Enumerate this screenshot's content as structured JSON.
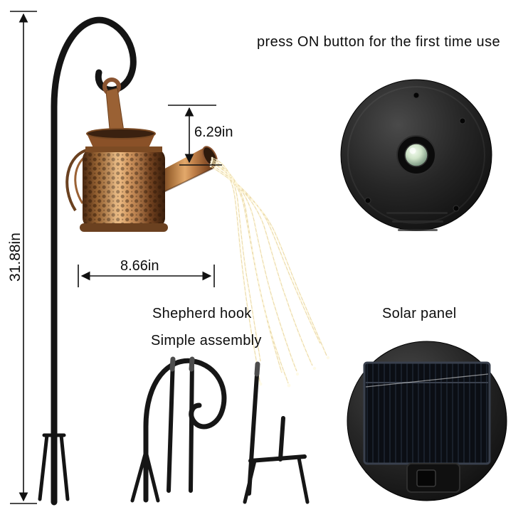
{
  "annotations": {
    "top_note": "press ON button for the first time use",
    "solar_panel": "Solar panel",
    "shepherd_hook_line1": "Shepherd hook",
    "shepherd_hook_line2": "Simple assembly"
  },
  "dimensions": {
    "pole_height": "31.88in",
    "can_width": "8.66in",
    "can_height": "6.29in"
  },
  "colors": {
    "copper": "#b9763e",
    "metal_black": "#161616",
    "light_string": "#f1dfa6",
    "lens_green": "#9fc4a8"
  }
}
